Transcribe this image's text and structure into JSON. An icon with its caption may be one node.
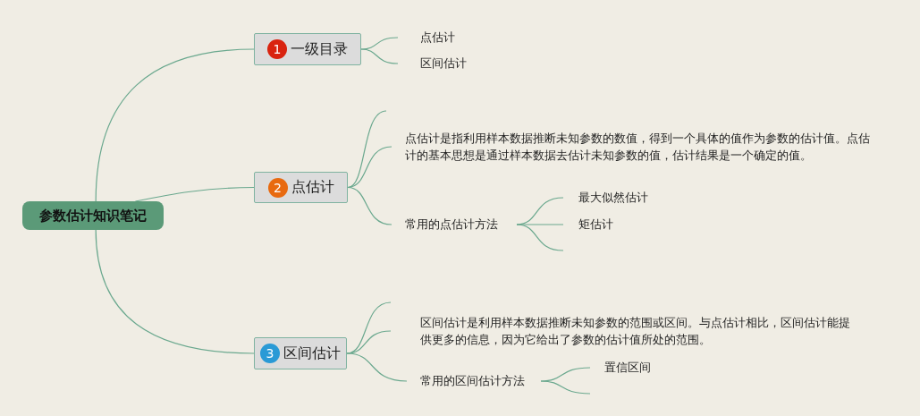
{
  "diagram": {
    "nodes": [
      {
        "text": [
          "参数估计知识笔记"
        ]
      },
      {
        "text": [
          "1",
          "一级目录"
        ]
      },
      {
        "text": [
          "点估计"
        ]
      },
      {
        "text": [
          "区间估计"
        ]
      },
      {
        "text": [
          "2",
          "点估计"
        ]
      },
      {
        "text": [
          "点估计是指利用样本数据推断未知参数的数值，得到一个具体的值作为参数的估计值。点估计的基本思想是通过样本数据去估计未知参数的值，估计结果是一个确定的值。"
        ]
      },
      {
        "text": [
          "常用的点估计方法"
        ]
      },
      {
        "text": [
          "最大似然估计"
        ]
      },
      {
        "text": [
          "矩估计"
        ]
      },
      {
        "text": [
          "3",
          "区间估计"
        ]
      },
      {
        "text": [
          "区间估计是利用样本数据推断未知参数的范围或区间。与点估计相比，区间估计能提供更多的信息，因为它给出了参数的估计值所处的范围。"
        ]
      },
      {
        "text": [
          "常用的区间估计方法"
        ]
      },
      {
        "text": [
          "置信区间"
        ]
      }
    ],
    "edges": [
      {
        "from": 0,
        "to": 1,
        "arrow": "none"
      },
      {
        "from": 1,
        "to": 2,
        "arrow": "none"
      },
      {
        "from": 1,
        "to": 3,
        "arrow": "none"
      },
      {
        "from": 0,
        "to": 4,
        "arrow": "none"
      },
      {
        "from": 4,
        "to": null,
        "arrow": "none"
      },
      {
        "from": 4,
        "to": 5,
        "arrow": "none"
      },
      {
        "from": 4,
        "to": 6,
        "arrow": "none"
      },
      {
        "from": 6,
        "to": 7,
        "arrow": "none"
      },
      {
        "from": 6,
        "to": 8,
        "arrow": "none"
      },
      {
        "from": 6,
        "to": null,
        "arrow": "none"
      },
      {
        "from": 0,
        "to": 9,
        "arrow": "none"
      },
      {
        "from": 9,
        "to": null,
        "arrow": "none"
      },
      {
        "from": 9,
        "to": 10,
        "arrow": "none"
      },
      {
        "from": 9,
        "to": 11,
        "arrow": "none"
      },
      {
        "from": 11,
        "to": 12,
        "arrow": "none"
      },
      {
        "from": 11,
        "to": null,
        "arrow": "none"
      }
    ]
  }
}
